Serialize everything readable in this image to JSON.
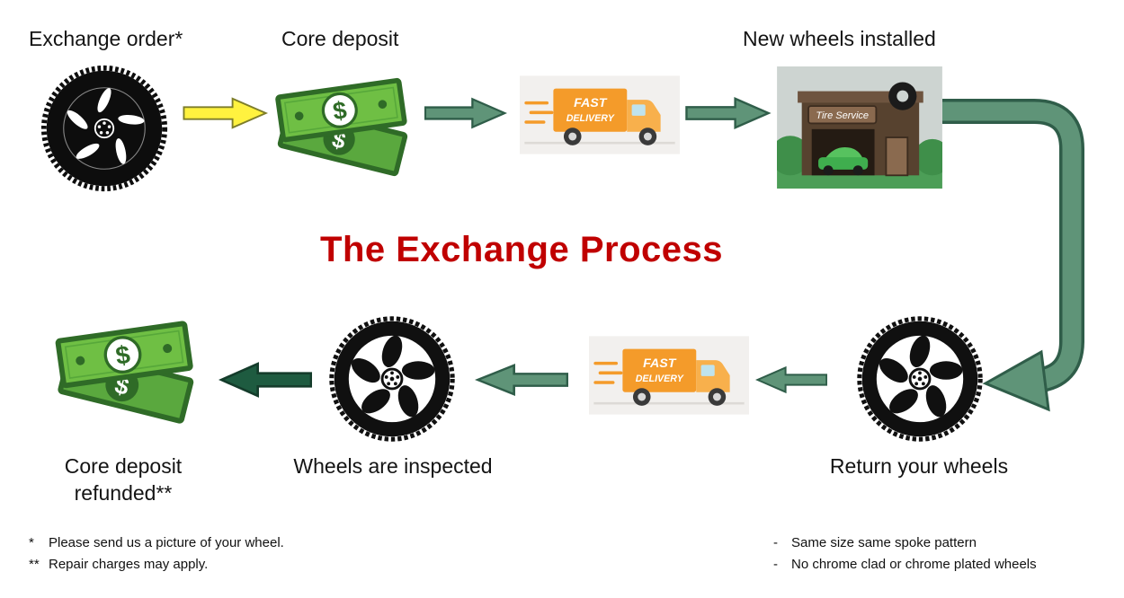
{
  "title": {
    "text": "The Exchange Process",
    "color": "#C00000"
  },
  "steps": {
    "exchange_order": {
      "label": "Exchange order*"
    },
    "core_deposit": {
      "label": "Core deposit"
    },
    "new_wheels_installed": {
      "label": "New wheels installed"
    },
    "return_your_wheels": {
      "label": "Return your wheels"
    },
    "wheels_are_inspected": {
      "label": "Wheels are inspected"
    },
    "core_deposit_refunded": {
      "line1": "Core deposit",
      "line2": "refunded**"
    }
  },
  "icons": {
    "truck_line1": "FAST",
    "truck_line2": "DELIVERY",
    "shop_sign": "Tire Service",
    "dollar": "$"
  },
  "footnotes": {
    "left": [
      {
        "marker": "*",
        "text": "Please send us a picture of your wheel."
      },
      {
        "marker": "**",
        "text": "Repair charges may apply."
      }
    ],
    "right": [
      {
        "marker": "-",
        "text": "Same size same spoke pattern"
      },
      {
        "marker": "-",
        "text": "No chrome clad or chrome plated wheels"
      }
    ]
  },
  "colors": {
    "title_red": "#C00000",
    "arrow_green": "#5f9478",
    "arrow_green_outline": "#2f5d49",
    "arrow_dark_green": "#1e5b40",
    "arrow_yellow": "#fff23f",
    "money_green": "#6fbf44",
    "money_dark_green": "#2f6b27",
    "truck_orange": "#f49b2a"
  }
}
